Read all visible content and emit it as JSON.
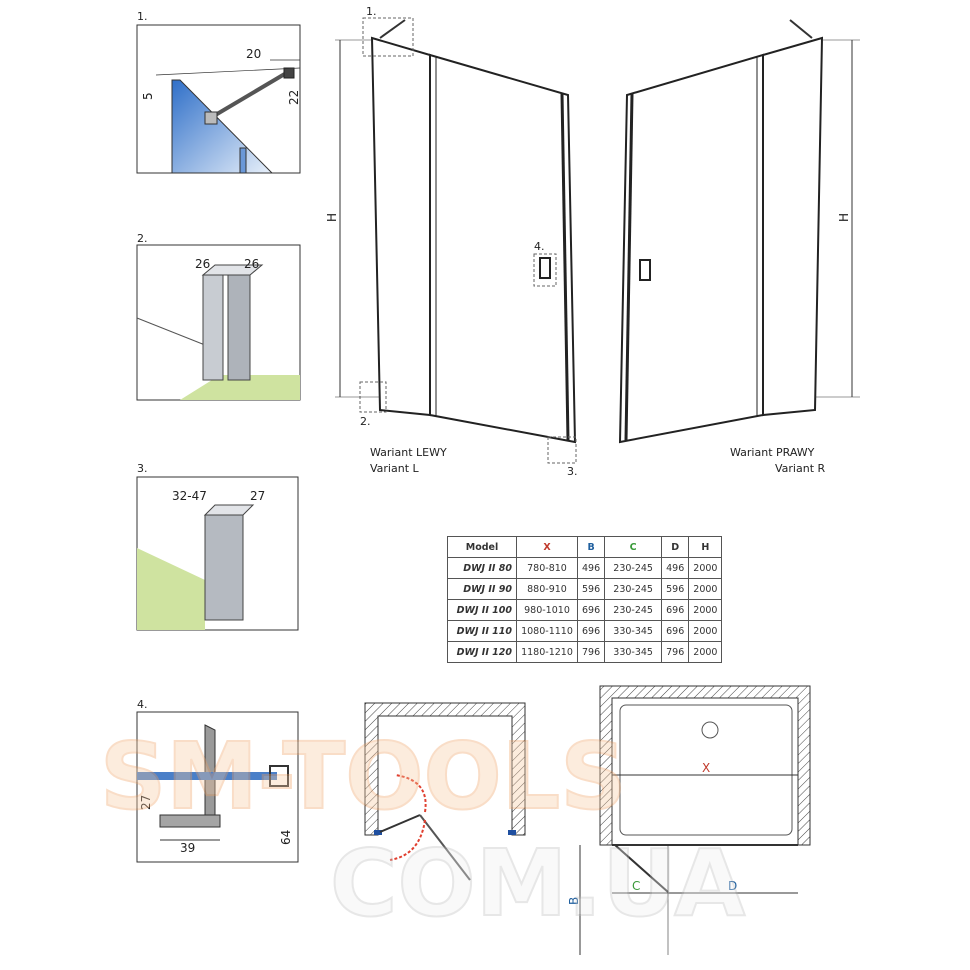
{
  "details": [
    {
      "number": "1.",
      "dims": [
        "20",
        "5",
        "22"
      ]
    },
    {
      "number": "2.",
      "dims": [
        "26",
        "26"
      ]
    },
    {
      "number": "3.",
      "dims": [
        "32-47",
        "27"
      ]
    },
    {
      "number": "4.",
      "dims": [
        "27",
        "39",
        "64"
      ]
    }
  ],
  "door_callouts": {
    "c1": "1.",
    "c2": "2.",
    "c3": "3.",
    "c4": "4.",
    "height_left": "H",
    "height_right": "H"
  },
  "variants": {
    "left": {
      "line1": "Wariant LEWY",
      "line2": "Variant L"
    },
    "right": {
      "line1": "Wariant PRAWY",
      "line2": "Variant R"
    }
  },
  "table": {
    "headers": [
      "Model",
      "X",
      "B",
      "C",
      "D",
      "H"
    ],
    "header_colors": [
      "#333333",
      "#c0392b",
      "#1f5f9e",
      "#3a9a3a",
      "#333333",
      "#333333"
    ],
    "rows": [
      [
        "DWJ II 80",
        "780-810",
        "496",
        "230-245",
        "496",
        "2000"
      ],
      [
        "DWJ II 90",
        "880-910",
        "596",
        "230-245",
        "596",
        "2000"
      ],
      [
        "DWJ II 100",
        "980-1010",
        "696",
        "230-245",
        "696",
        "2000"
      ],
      [
        "DWJ II 110",
        "1080-1110",
        "696",
        "330-345",
        "696",
        "2000"
      ],
      [
        "DWJ II 120",
        "1180-1210",
        "796",
        "330-345",
        "796",
        "2000"
      ]
    ]
  },
  "plan": {
    "x": "X",
    "b": "B",
    "c": "C",
    "d": "D"
  },
  "watermark": {
    "line1": "SM-TOOLS",
    "line2": "COM.UA"
  },
  "colors": {
    "glass": "#3f7fd0",
    "floor": "#cfe3a0",
    "arrow": "#e04030"
  }
}
